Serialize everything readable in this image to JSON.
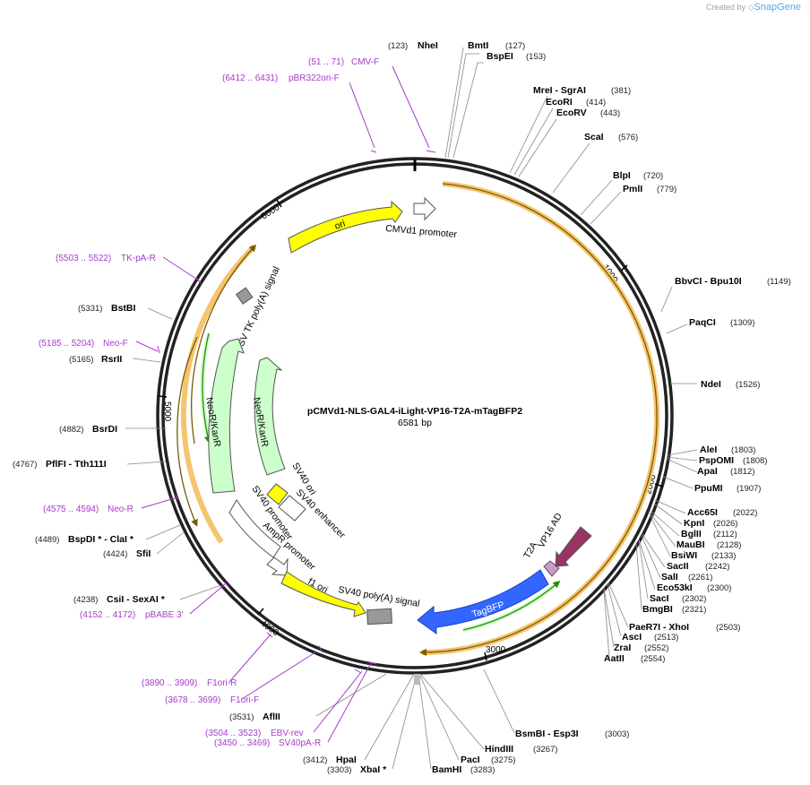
{
  "credit": {
    "prefix": "Created by",
    "brand": "SnapGene"
  },
  "plasmid": {
    "name": "pCMVd1-NLS-GAL4-iLight-VP16-T2A-mTagBFP2",
    "size": "6581 bp"
  },
  "ticks": [
    "1000",
    "2000",
    "3000",
    "4000",
    "5000",
    "6000"
  ],
  "features": [
    {
      "name": "ori",
      "color": "#ffff00"
    },
    {
      "name": "CMVd1 promoter",
      "color": "#ffffff"
    },
    {
      "name": "HSV TK poly(A) signal",
      "color": "#999999"
    },
    {
      "name": "NeoR/KanR",
      "color": "#ccffcc"
    },
    {
      "name": "NeoR/KanR",
      "color": "#ccffcc"
    },
    {
      "name": "SV40 ori",
      "color": "#ffff00"
    },
    {
      "name": "SV40 enhancer",
      "color": "#ffffff"
    },
    {
      "name": "SV40 promoter",
      "color": "#ffffff"
    },
    {
      "name": "AmpR promoter",
      "color": "#ffffff"
    },
    {
      "name": "f1 ori",
      "color": "#ffff00"
    },
    {
      "name": "SV40 poly(A) signal",
      "color": "#999999"
    },
    {
      "name": "TagBFP",
      "color": "#3366ff"
    },
    {
      "name": "T2A",
      "color": "#cc99cc"
    },
    {
      "name": "VP16 AD",
      "color": "#993366"
    }
  ],
  "enzymes": [
    {
      "name": "NheI",
      "pos": "(123)"
    },
    {
      "name": "BmtI",
      "pos": "(127)"
    },
    {
      "name": "BspEI",
      "pos": "(153)"
    },
    {
      "name": "MreI - SgrAI",
      "pos": "(381)"
    },
    {
      "name": "EcoRI",
      "pos": "(414)"
    },
    {
      "name": "EcoRV",
      "pos": "(443)"
    },
    {
      "name": "ScaI",
      "pos": "(576)"
    },
    {
      "name": "BlpI",
      "pos": "(720)"
    },
    {
      "name": "PmlI",
      "pos": "(779)"
    },
    {
      "name": "BbvCI - Bpu10I",
      "pos": "(1149)"
    },
    {
      "name": "PaqCI",
      "pos": "(1309)"
    },
    {
      "name": "NdeI",
      "pos": "(1526)"
    },
    {
      "name": "AleI",
      "pos": "(1803)"
    },
    {
      "name": "PspOMI",
      "pos": "(1808)"
    },
    {
      "name": "ApaI",
      "pos": "(1812)"
    },
    {
      "name": "PpuMI",
      "pos": "(1907)"
    },
    {
      "name": "Acc65I",
      "pos": "(2022)"
    },
    {
      "name": "KpnI",
      "pos": "(2026)"
    },
    {
      "name": "BglII",
      "pos": "(2112)"
    },
    {
      "name": "MauBI",
      "pos": "(2128)"
    },
    {
      "name": "BsiWI",
      "pos": "(2133)"
    },
    {
      "name": "SacII",
      "pos": "(2242)"
    },
    {
      "name": "SalI",
      "pos": "(2261)"
    },
    {
      "name": "Eco53kI",
      "pos": "(2300)"
    },
    {
      "name": "SacI",
      "pos": "(2302)"
    },
    {
      "name": "BmgBI",
      "pos": "(2321)"
    },
    {
      "name": "PaeR7I - XhoI",
      "pos": "(2503)"
    },
    {
      "name": "AscI",
      "pos": "(2513)"
    },
    {
      "name": "ZraI",
      "pos": "(2552)"
    },
    {
      "name": "AatII",
      "pos": "(2554)"
    },
    {
      "name": "BsmBI - Esp3I",
      "pos": "(3003)"
    },
    {
      "name": "HindIII",
      "pos": "(3267)"
    },
    {
      "name": "PacI",
      "pos": "(3275)"
    },
    {
      "name": "BamHI",
      "pos": "(3283)"
    },
    {
      "name": "XbaI *",
      "pos": "(3303)"
    },
    {
      "name": "HpaI",
      "pos": "(3412)"
    },
    {
      "name": "AflII",
      "pos": "(3531)"
    },
    {
      "name": "CsiI - SexAI *",
      "pos": "(4238)"
    },
    {
      "name": "SfiI",
      "pos": "(4424)"
    },
    {
      "name": "BspDI * - ClaI *",
      "pos": "(4489)"
    },
    {
      "name": "PflFI - Tth111I",
      "pos": "(4767)"
    },
    {
      "name": "BsrDI",
      "pos": "(4882)"
    },
    {
      "name": "RsrII",
      "pos": "(5165)"
    },
    {
      "name": "BstBI",
      "pos": "(5331)"
    }
  ],
  "primers": [
    {
      "name": "CMV-F",
      "pos": "(51 .. 71)"
    },
    {
      "name": "pBR322ori-F",
      "pos": "(6412 .. 6431)"
    },
    {
      "name": "TK-pA-R",
      "pos": "(5503 .. 5522)"
    },
    {
      "name": "Neo-F",
      "pos": "(5185 .. 5204)"
    },
    {
      "name": "Neo-R",
      "pos": "(4575 .. 4594)"
    },
    {
      "name": "pBABE 3'",
      "pos": "(4152 .. 4172)"
    },
    {
      "name": "F1ori-R",
      "pos": "(3890 .. 3909)"
    },
    {
      "name": "F1ori-F",
      "pos": "(3678 .. 3699)"
    },
    {
      "name": "EBV-rev",
      "pos": "(3504 .. 3523)"
    },
    {
      "name": "SV40pA-R",
      "pos": "(3450 .. 3469)"
    }
  ]
}
